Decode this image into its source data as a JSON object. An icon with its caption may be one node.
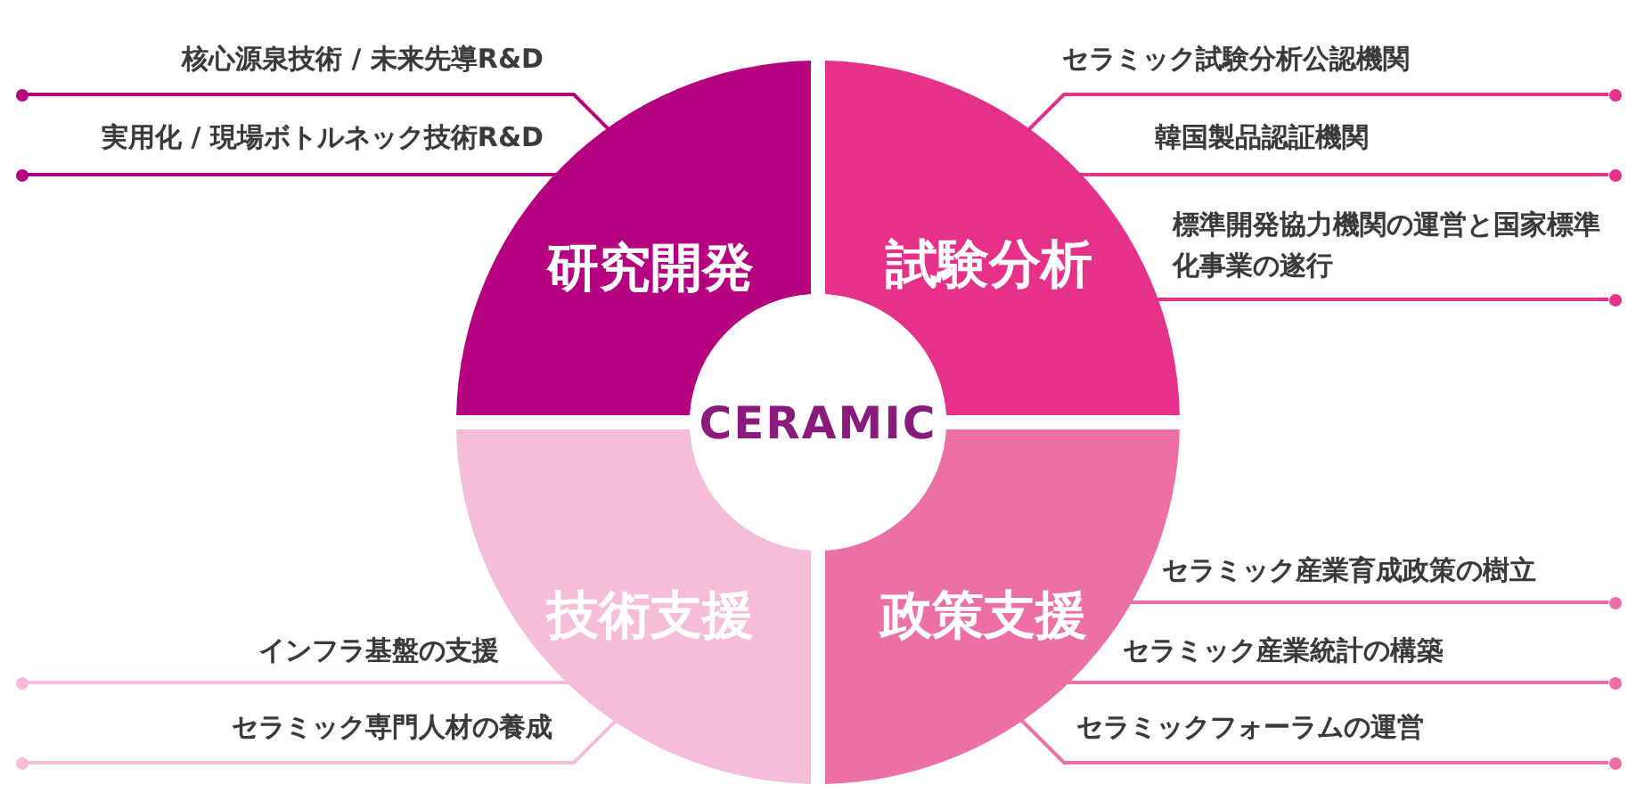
{
  "diagram": {
    "nodes": [
      {
        "text": [
          "研究開発"
        ]
      },
      {
        "text": [
          "試験分析"
        ]
      },
      {
        "text": [
          "技術支援"
        ]
      },
      {
        "text": [
          "政策支援"
        ]
      },
      {
        "text": [
          "CERAMIC"
        ]
      },
      {
        "text": [],
        "shape": "circle"
      },
      {
        "text": [],
        "shape": "circle"
      },
      {
        "text": [],
        "shape": "circle"
      },
      {
        "text": [],
        "shape": "circle"
      },
      {
        "text": [],
        "shape": "circle"
      },
      {
        "text": [],
        "shape": "circle"
      },
      {
        "text": [],
        "shape": "circle"
      },
      {
        "text": [],
        "shape": "circle"
      },
      {
        "text": [],
        "shape": "circle"
      },
      {
        "text": [],
        "shape": "circle"
      }
    ],
    "edges": [
      {
        "from": 5,
        "to": 0,
        "arrow": "none",
        "label": "核心源泉技術 / 未来先導R&D",
        "color": "#b5007f"
      },
      {
        "from": 6,
        "to": 0,
        "arrow": "none",
        "label": "実用化 / 現場ボトルネック技術R&D",
        "color": "#b5007f"
      },
      {
        "from": 7,
        "to": 2,
        "arrow": "none",
        "label": "インフラ基盤の支援",
        "color": "#f5bdd7"
      },
      {
        "from": 8,
        "to": 2,
        "arrow": "none",
        "label": "セラミック専門人材の養成",
        "color": "#f5bdd7"
      },
      {
        "from": 9,
        "to": 1,
        "arrow": "none",
        "label": "セラミック試験分析公認機関",
        "color": "#e6318a"
      },
      {
        "from": 10,
        "to": 1,
        "arrow": "none",
        "label": "韓国製品認証機関",
        "color": "#e6318a"
      },
      {
        "from": 11,
        "to": 1,
        "arrow": "none",
        "label": "標準開発協力機関の運営と国家標準化事業の遂行",
        "color": "#e6318a"
      },
      {
        "from": 12,
        "to": 3,
        "arrow": "none",
        "label": "セラミック産業育成政策の樹立",
        "color": "#ec6fa5"
      },
      {
        "from": 13,
        "to": 3,
        "arrow": "none",
        "label": "セラミック産業統計の構築",
        "color": "#ec6fa5"
      },
      {
        "from": 14,
        "to": 3,
        "arrow": "none",
        "label": "セラミックフォーラムの運営",
        "color": "#ec6fa5"
      }
    ]
  }
}
